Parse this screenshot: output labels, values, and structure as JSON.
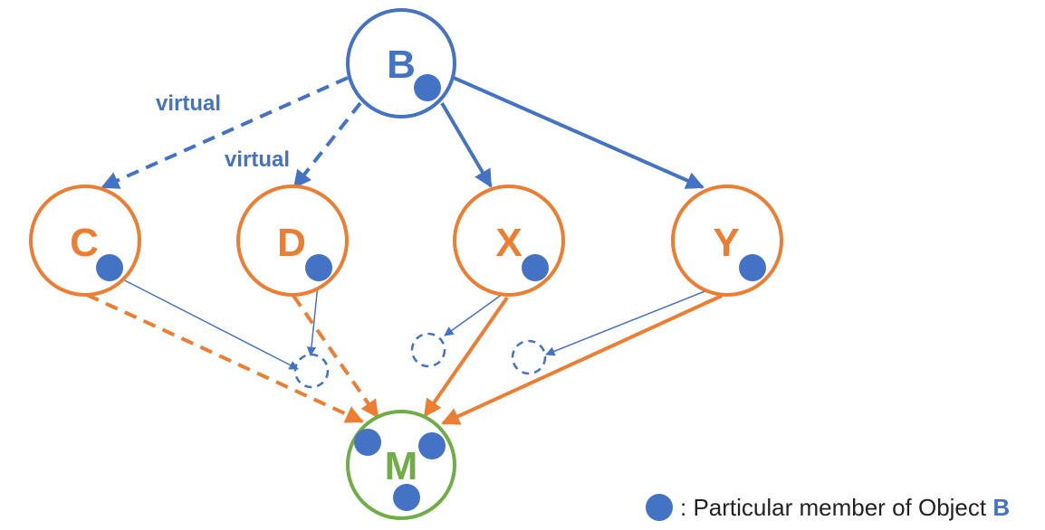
{
  "colors": {
    "blue": "#4472C4",
    "orange": "#ED7D31",
    "green": "#70AD47"
  },
  "nodes": {
    "b": {
      "label": "B"
    },
    "c": {
      "label": "C"
    },
    "d": {
      "label": "D"
    },
    "x": {
      "label": "X"
    },
    "y": {
      "label": "Y"
    },
    "m": {
      "label": "M"
    }
  },
  "edges": {
    "b_to_c_label": "virtual",
    "b_to_d_label": "virtual"
  },
  "legend": {
    "text": ": Particular member of Object ",
    "highlight": "B"
  }
}
